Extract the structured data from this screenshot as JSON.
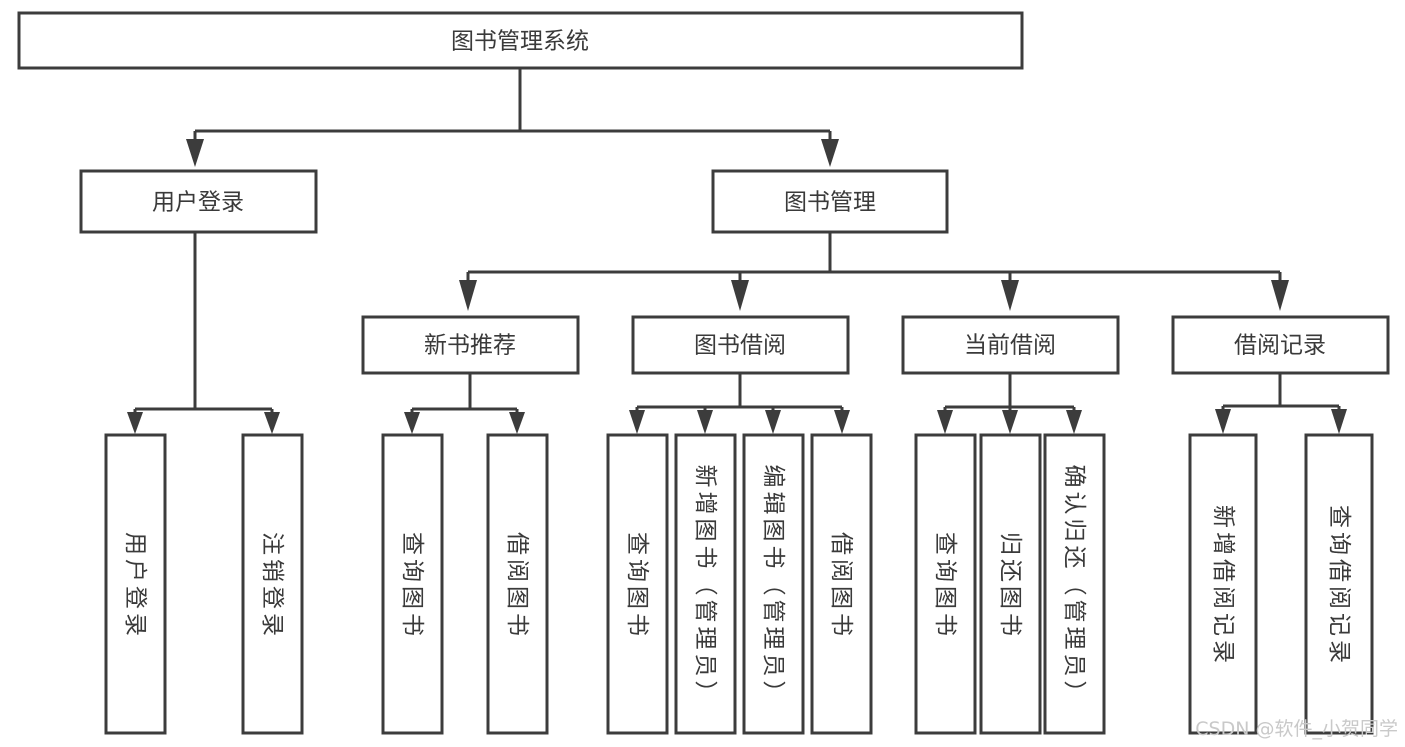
{
  "diagram": {
    "title": "图书管理系统",
    "type": "tree",
    "root": {
      "id": "root",
      "label": "图书管理系统"
    },
    "level2": [
      {
        "id": "user-login",
        "label": "用户登录"
      },
      {
        "id": "book-manage",
        "label": "图书管理"
      }
    ],
    "level3": [
      {
        "id": "new-book-recommend",
        "label": "新书推荐"
      },
      {
        "id": "book-borrow",
        "label": "图书借阅"
      },
      {
        "id": "current-borrow",
        "label": "当前借阅"
      },
      {
        "id": "borrow-record",
        "label": "借阅记录"
      }
    ],
    "leaves": {
      "user_login": [
        {
          "id": "leaf-user-login",
          "label": "用户登录"
        },
        {
          "id": "leaf-logout-login",
          "label": "注销登录"
        }
      ],
      "new_book_recommend": [
        {
          "id": "leaf-query-book-1",
          "label": "查询图书"
        },
        {
          "id": "leaf-borrow-book-1",
          "label": "借阅图书"
        }
      ],
      "book_borrow": [
        {
          "id": "leaf-query-book-2",
          "label": "查询图书"
        },
        {
          "id": "leaf-add-book",
          "label": "新增图书（管理员）"
        },
        {
          "id": "leaf-edit-book",
          "label": "编辑图书（管理员）"
        },
        {
          "id": "leaf-borrow-book-2",
          "label": "借阅图书"
        }
      ],
      "current_borrow": [
        {
          "id": "leaf-query-book-3",
          "label": "查询图书"
        },
        {
          "id": "leaf-return-book",
          "label": "归还图书"
        },
        {
          "id": "leaf-confirm-return",
          "label": "确认归还（管理员）"
        }
      ],
      "borrow_record": [
        {
          "id": "leaf-add-record",
          "label": "新增借阅记录"
        },
        {
          "id": "leaf-query-record",
          "label": "查询借阅记录"
        }
      ]
    }
  },
  "watermark": {
    "text": "CSDN @软件_小贺同学"
  },
  "colors": {
    "stroke": "#3c3c3c",
    "fill": "#ffffff",
    "text": "#3a3a3a",
    "watermark": "#c9c9c9"
  }
}
